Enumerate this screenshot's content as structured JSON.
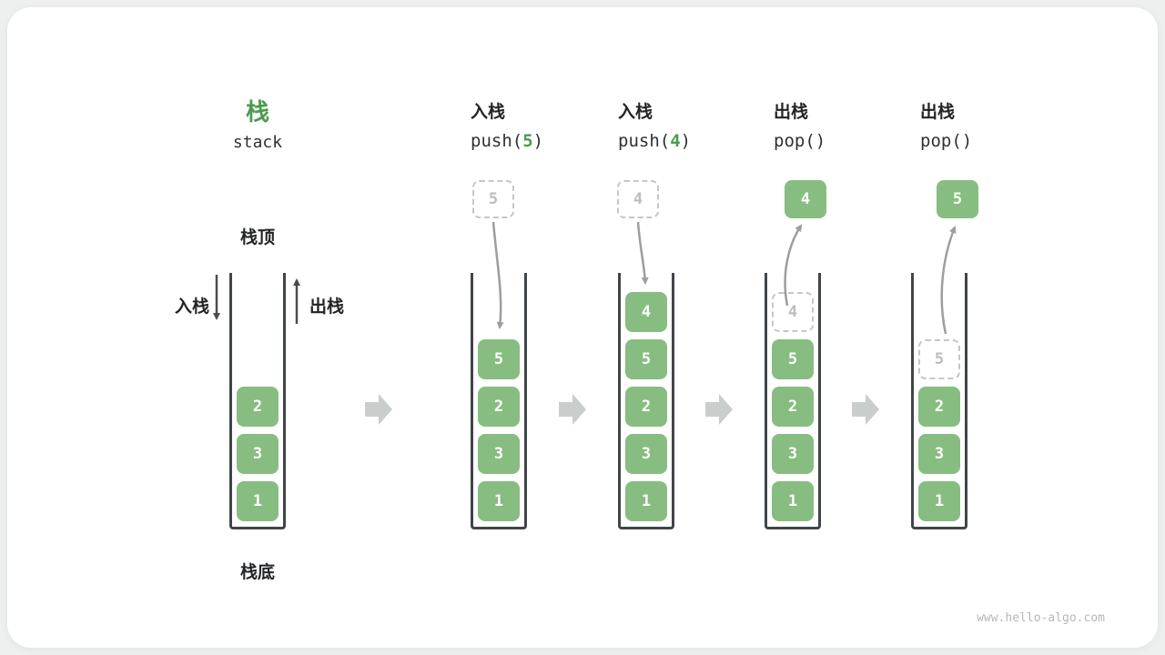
{
  "title": {
    "zh": "栈",
    "en": "stack"
  },
  "colors": {
    "cell_green": "#87bd81",
    "accent_green": "#4b9b4d",
    "container_wall": "#40454a",
    "ghost_gray": "#c6c6c6"
  },
  "initial": {
    "top_label": "栈顶",
    "bottom_label": "栈底",
    "push_label": "入栈",
    "pop_label": "出栈",
    "cells": [
      "2",
      "3",
      "1"
    ]
  },
  "steps": [
    {
      "action": "入栈",
      "code_pre": "push(",
      "code_arg": "5",
      "code_post": ")",
      "float_value": "5",
      "float_style": "dashed",
      "ghost": "",
      "cells": [
        "5",
        "2",
        "3",
        "1"
      ]
    },
    {
      "action": "入栈",
      "code_pre": "push(",
      "code_arg": "4",
      "code_post": ")",
      "float_value": "4",
      "float_style": "dashed",
      "ghost": "",
      "cells": [
        "4",
        "5",
        "2",
        "3",
        "1"
      ]
    },
    {
      "action": "出栈",
      "code_pre": "pop(",
      "code_arg": "",
      "code_post": ")",
      "float_value": "4",
      "float_style": "solid",
      "ghost": "4",
      "cells": [
        "5",
        "2",
        "3",
        "1"
      ]
    },
    {
      "action": "出栈",
      "code_pre": "pop(",
      "code_arg": "",
      "code_post": ")",
      "float_value": "5",
      "float_style": "solid",
      "ghost": "5",
      "cells": [
        "2",
        "3",
        "1"
      ]
    }
  ],
  "watermark": "www.hello-algo.com"
}
